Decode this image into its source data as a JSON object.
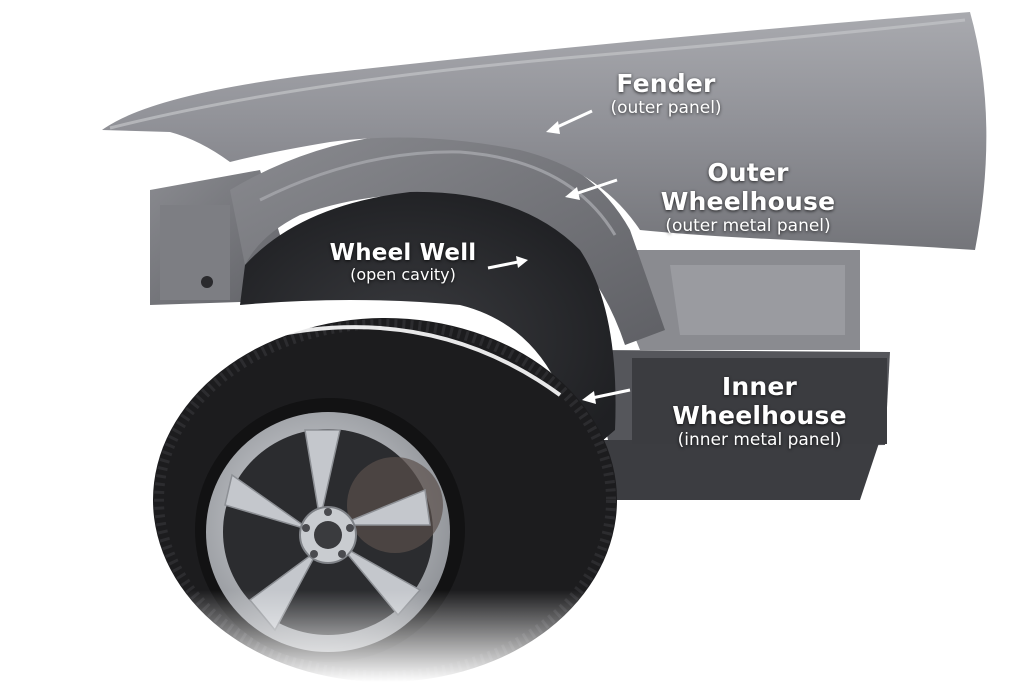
{
  "labels": {
    "fender": {
      "title": "Fender",
      "subtitle": "(outer panel)"
    },
    "outer": {
      "title": "Outer Wheelhouse",
      "subtitle": "(outer metal panel)"
    },
    "well": {
      "title": "Wheel Well",
      "subtitle": "(open cavity)"
    },
    "inner": {
      "title": "Inner Wheelhouse",
      "subtitle": "(inner metal panel)"
    }
  },
  "colors": {
    "fender": "#8e8f95",
    "panel": "#6e6f74",
    "cavity": "#2f3034",
    "tire": "#1c1c1e",
    "rim": "#b9bcc1",
    "inner_box": "#3b3c40",
    "arrow": "#ffffff"
  },
  "icons": [
    "arrow-icon"
  ]
}
